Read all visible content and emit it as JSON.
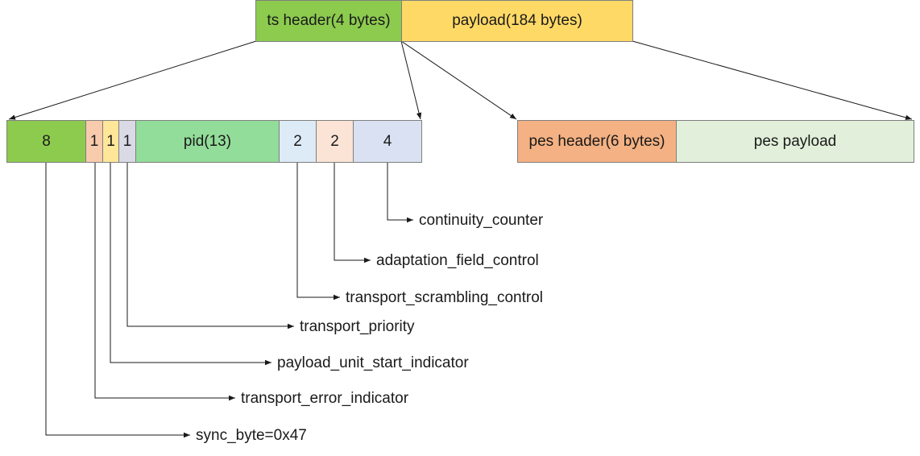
{
  "packet": {
    "ts_header": {
      "label": "ts header(4 bytes)",
      "color": "#8dcb4f"
    },
    "payload": {
      "label": "payload(184 bytes)",
      "color": "#ffd966"
    }
  },
  "ts_header_fields": [
    {
      "bits": "8",
      "color": "#8dcb4f",
      "name": "sync_byte=0x47"
    },
    {
      "bits": "1",
      "color": "#f8cbad",
      "name": "transport_error_indicator"
    },
    {
      "bits": "1",
      "color": "#ffe699",
      "name": "payload_unit_start_indicator"
    },
    {
      "bits": "1",
      "color": "#dadae6",
      "name": "transport_priority"
    },
    {
      "bits": "pid(13)",
      "color": "#93dd9a",
      "name": ""
    },
    {
      "bits": "2",
      "color": "#ddebf7",
      "name": "transport_scrambling_control"
    },
    {
      "bits": "2",
      "color": "#fbe3d6",
      "name": "adaptation_field_control"
    },
    {
      "bits": "4",
      "color": "#d9e1f2",
      "name": "continuity_counter"
    }
  ],
  "pes": {
    "header": {
      "label": "pes header(6 bytes)",
      "color": "#f4b183"
    },
    "payload": {
      "label": "pes payload",
      "color": "#e2efda"
    }
  }
}
